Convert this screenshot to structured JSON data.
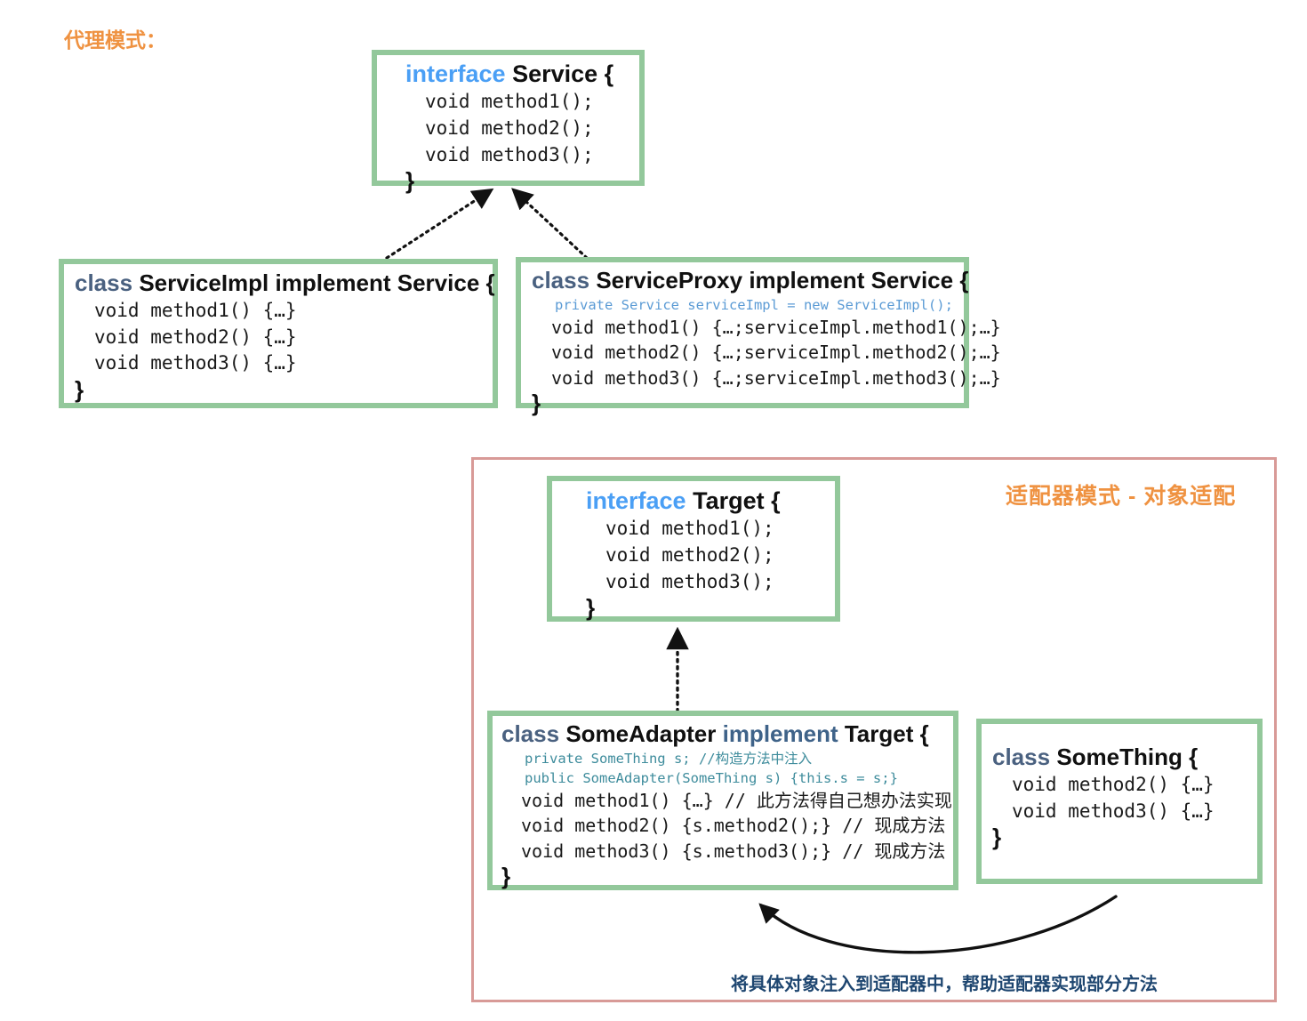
{
  "headings": {
    "proxy_pattern": "代理模式：",
    "adapter_pattern": "适配器模式 - 对象适配"
  },
  "captions": {
    "adapter_note": "将具体对象注入到适配器中，帮助适配器实现部分方法"
  },
  "colors": {
    "box_border_green": "#93c89b",
    "group_border_pink": "#d89a97",
    "heading_orange": "#ef9241",
    "keyword_interface_blue": "#4a9ff5",
    "keyword_class_slate": "#4a6180",
    "code_blue": "#5b9bd5",
    "code_teal": "#3e8c9c",
    "caption_navy": "#1e4670",
    "connector_black": "#111111"
  },
  "boxes": {
    "service": {
      "keyword": "interface",
      "name": "Service {",
      "lines": [
        "void method1();",
        "void method2();",
        "void method3();"
      ],
      "close": "}"
    },
    "service_impl": {
      "keyword": "class",
      "name": "ServiceImpl implement Service {",
      "lines": [
        "void method1() {…}",
        "void method2() {…}",
        "void method3() {…}"
      ],
      "close": "}"
    },
    "service_proxy": {
      "keyword": "class",
      "name": "ServiceProxy implement Service {",
      "field": "private Service serviceImpl = new ServiceImpl();",
      "lines": [
        "void method1() {…;serviceImpl.method1();…}",
        "void method2() {…;serviceImpl.method2();…}",
        "void method3() {…;serviceImpl.method3();…}"
      ],
      "close": "}"
    },
    "target": {
      "keyword": "interface",
      "name": "Target {",
      "lines": [
        "void method1();",
        "void method2();",
        "void method3();"
      ],
      "close": "}"
    },
    "some_adapter": {
      "keyword": "class",
      "name": "SomeAdapter",
      "keyword2": "implement",
      "name2": "Target {",
      "field": "private SomeThing s; //构造方法中注入",
      "constructor": "public SomeAdapter(SomeThing s) {this.s = s;}",
      "lines": [
        "void method1() {…} // 此方法得自己想办法实现",
        "void method2() {s.method2();} // 现成方法",
        "void method3() {s.method3();} // 现成方法"
      ],
      "close": "}"
    },
    "some_thing": {
      "keyword": "class",
      "name": "SomeThing {",
      "lines": [
        "void method2() {…}",
        "void method3() {…}"
      ],
      "close": "}"
    }
  },
  "connectors": [
    {
      "name": "serviceimpl-implements-service",
      "style": "dotted",
      "arrow": "filled-triangle"
    },
    {
      "name": "serviceproxy-implements-service",
      "style": "dotted",
      "arrow": "filled-triangle"
    },
    {
      "name": "someadapter-implements-target",
      "style": "dotted",
      "arrow": "filled-triangle"
    },
    {
      "name": "something-injected-into-someadapter",
      "style": "solid-curve",
      "arrow": "filled-triangle"
    }
  ]
}
